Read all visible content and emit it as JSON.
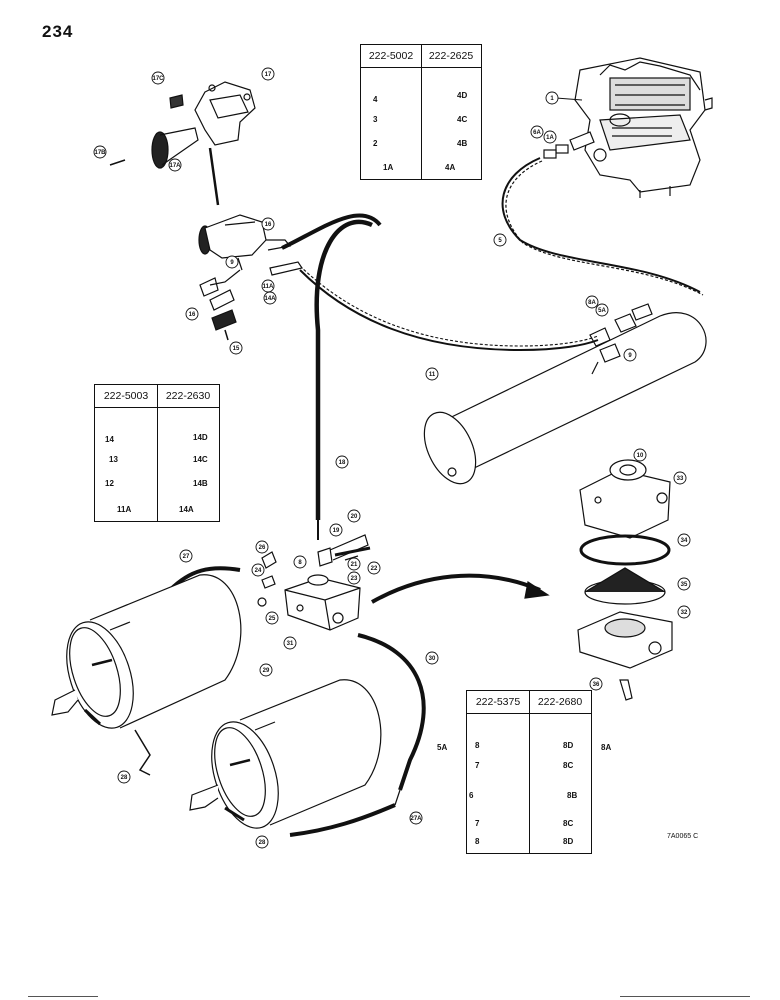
{
  "page_number": "234",
  "drawing_number": "7A0065 C",
  "kits": [
    {
      "id": "kit-1a-4a",
      "left": {
        "part": "222-5002",
        "refs": [
          "4",
          "3",
          "2"
        ],
        "ident": "1A"
      },
      "right": {
        "part": "222-2625",
        "refs": [
          "4D",
          "4C",
          "4B"
        ],
        "ident": "4A"
      }
    },
    {
      "id": "kit-11a-14a",
      "left": {
        "part": "222-5003",
        "refs": [
          "14",
          "13",
          "12"
        ],
        "ident": "11A"
      },
      "right": {
        "part": "222-2630",
        "refs": [
          "14D",
          "14C",
          "14B"
        ],
        "ident": "14A"
      }
    },
    {
      "id": "kit-5a-8a",
      "left": {
        "part": "222-5375",
        "refs": [
          "8",
          "7",
          "6",
          "7",
          "8"
        ],
        "ident": "5A"
      },
      "right": {
        "part": "222-2680",
        "refs": [
          "8D",
          "8C",
          "8B",
          "8C",
          "8D"
        ],
        "ident": "8A"
      }
    }
  ],
  "callouts": [
    "1",
    "5",
    "6A",
    "1A",
    "17",
    "17C",
    "17B",
    "17A",
    "16",
    "9",
    "11A",
    "14A",
    "15",
    "16",
    "8A",
    "5A",
    "9",
    "11",
    "18",
    "10",
    "33",
    "34",
    "35",
    "32",
    "36",
    "20",
    "19",
    "8",
    "21",
    "23",
    "22",
    "26",
    "24",
    "25",
    "27",
    "31",
    "29",
    "28",
    "30",
    "27A",
    "28"
  ]
}
